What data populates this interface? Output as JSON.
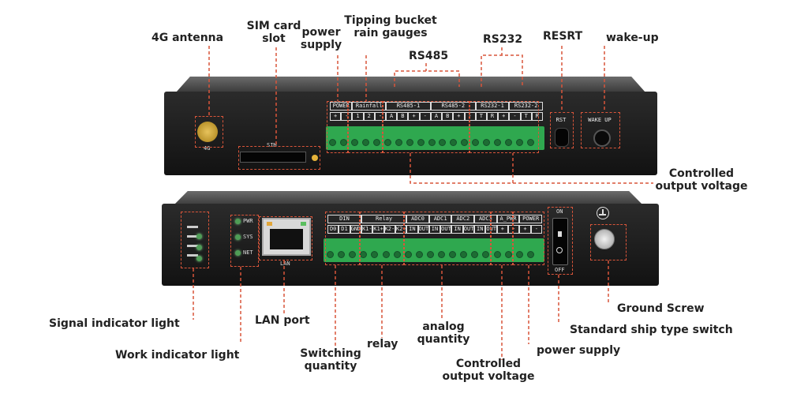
{
  "callouts": {
    "antenna_4g": "4G antenna",
    "sim_card_slot": [
      "SIM card",
      "slot"
    ],
    "power_supply_top": [
      "power",
      "supply"
    ],
    "tipping_bucket": [
      "Tipping bucket",
      "rain gauges"
    ],
    "rs485": "RS485",
    "rs232": "RS232",
    "resrt": "RESRT",
    "wake_up": "wake-up",
    "controlled_output_top": [
      "Controlled",
      "output voltage"
    ],
    "signal_indicator": "Signal indicator light",
    "work_indicator": "Work indicator light",
    "lan_port": "LAN port",
    "switching_quantity": [
      "Switching",
      "quantity"
    ],
    "relay": "relay",
    "analog_quantity": [
      "analog",
      "quantity"
    ],
    "controlled_output_bottom": [
      "Controlled",
      "output voltage"
    ],
    "power_supply_bottom": "power supply",
    "standard_switch": "Standard ship type switch",
    "ground_screw": "Ground Screw"
  },
  "top_panel": {
    "antenna_label": "4G",
    "sim_label": "SIM",
    "groups": [
      "POWER",
      "Rainfall",
      "RS485-1",
      "RS485-2",
      "RS232-1",
      "RS232-2"
    ],
    "pins": [
      "+",
      "-",
      "1",
      "2",
      "-",
      "A",
      "B",
      "+",
      "-",
      "A",
      "B",
      "+",
      "-",
      "T",
      "R",
      "+",
      "-",
      "T",
      "R"
    ],
    "rst_label": "RST",
    "wake_label": "WAKE UP"
  },
  "bottom_panel": {
    "leds": [
      "PWR",
      "SYS",
      "NET"
    ],
    "lan_label": "LAN",
    "groups": [
      "DIN",
      "Relay",
      "ADC0",
      "ADC1",
      "ADC2",
      "ADC3",
      "A_PWR",
      "POWER"
    ],
    "pins": [
      "D0",
      "D1",
      "GND",
      "K1-",
      "K1+",
      "K2-",
      "K2+",
      "IN",
      "OUT",
      "IN",
      "OUT",
      "IN",
      "OUT",
      "IN",
      "OUT",
      "+",
      "-",
      "+",
      "-"
    ],
    "switch_on": "ON",
    "switch_off": "OFF"
  },
  "colors": {
    "callout_line": "#d9553a",
    "terminal": "#2fa84f",
    "device": "#1a1a1a"
  }
}
